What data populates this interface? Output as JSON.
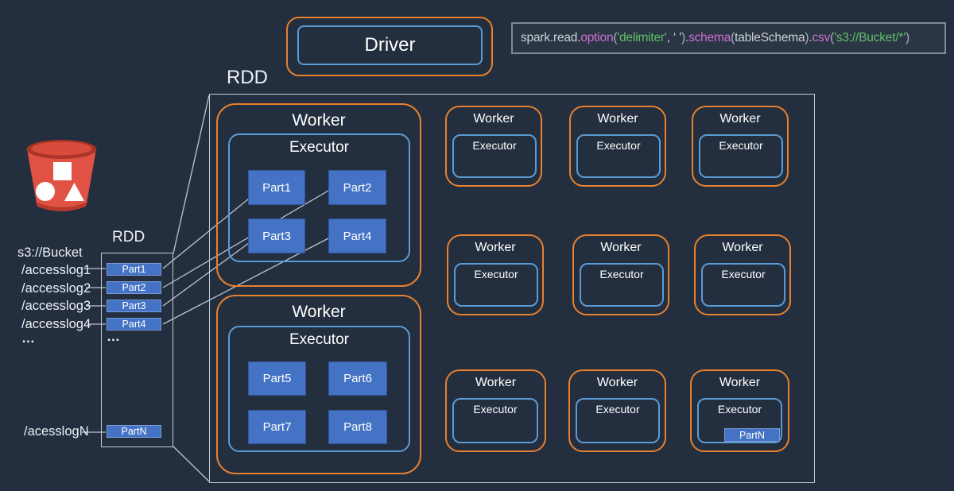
{
  "colors": {
    "background": "#232e3f",
    "worker_border_orange": "#e8812d",
    "executor_border_blue": "#5b9bd5",
    "partition_fill": "#4472c4",
    "bucket_red": "#e05243",
    "code_function": "#ce6fd2",
    "code_string": "#5fc068",
    "connector_line": "#bdc5cf"
  },
  "driver": {
    "label": "Driver"
  },
  "code_snippet": {
    "tokens": [
      {
        "t": "spark.read."
      },
      {
        "t": "option"
      },
      {
        "t": "("
      },
      {
        "t": "'delimiter'"
      },
      {
        "t": ", ‘ '"
      },
      {
        "t": ")."
      },
      {
        "t": "schema"
      },
      {
        "t": "("
      },
      {
        "t": "tableSchema"
      },
      {
        "t": ")."
      },
      {
        "t": "csv"
      },
      {
        "t": "("
      },
      {
        "t": "'s3://Bucket/*'"
      },
      {
        "t": ")"
      }
    ]
  },
  "source": {
    "bucket_label": "s3://Bucket",
    "files": [
      "/accesslog1",
      "/accesslog2",
      "/accesslog3",
      "/accesslog4"
    ],
    "files_ellipsis": "…",
    "last_file": "/acesslogN"
  },
  "rdd_preview": {
    "title": "RDD",
    "parts": [
      "Part1",
      "Part2",
      "Part3",
      "Part4"
    ],
    "parts_ellipsis": "…",
    "last_part": "PartN"
  },
  "cluster": {
    "title": "RDD",
    "big_workers": [
      {
        "title": "Worker",
        "executor_title": "Executor",
        "parts": [
          "Part1",
          "Part2",
          "Part3",
          "Part4"
        ]
      },
      {
        "title": "Worker",
        "executor_title": "Executor",
        "parts": [
          "Part5",
          "Part6",
          "Part7",
          "Part8"
        ]
      }
    ],
    "small_workers": [
      {
        "title": "Worker",
        "executor_title": "Executor"
      },
      {
        "title": "Worker",
        "executor_title": "Executor"
      },
      {
        "title": "Worker",
        "executor_title": "Executor"
      },
      {
        "title": "Worker",
        "executor_title": "Executor"
      },
      {
        "title": "Worker",
        "executor_title": "Executor"
      },
      {
        "title": "Worker",
        "executor_title": "Executor"
      },
      {
        "title": "Worker",
        "executor_title": "Executor"
      },
      {
        "title": "Worker",
        "executor_title": "Executor"
      },
      {
        "title": "Worker",
        "executor_title": "Executor",
        "part": "PartN"
      }
    ]
  }
}
